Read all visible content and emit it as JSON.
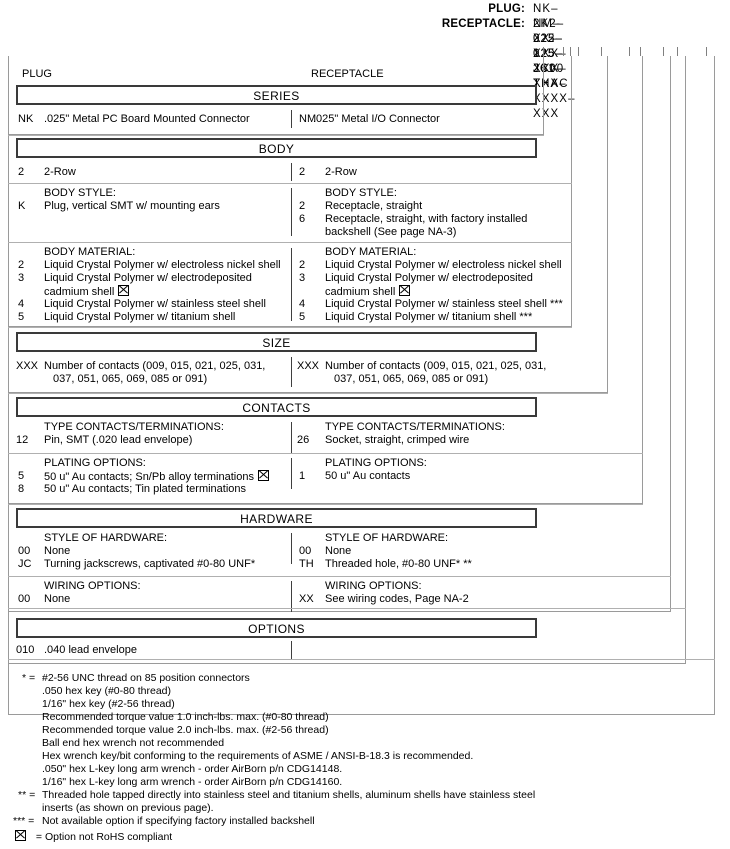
{
  "part_number": {
    "rows": [
      {
        "label": "PLUG:",
        "value": "NK–2K2–025–125–JC00"
      },
      {
        "label": "RECEPTACLE:",
        "value": "NM–222–025–261–THAC"
      },
      {
        "label": "",
        "value": "XX–XXX–XXX–XXX–XXXX–XXX"
      }
    ]
  },
  "columns": {
    "left": "PLUG",
    "right": "RECEPTACLE"
  },
  "sections": [
    {
      "title": "SERIES",
      "blocks": [
        {
          "left": {
            "header": "",
            "rows": [
              {
                "code": "NK",
                "desc": ".025\" Metal PC Board Mounted Connector"
              }
            ]
          },
          "right": {
            "header": "",
            "rows": [
              {
                "code": "NM",
                "desc": ".025\" Metal I/O Connector"
              }
            ]
          }
        }
      ]
    },
    {
      "title": "BODY",
      "blocks": [
        {
          "left": {
            "header": "",
            "rows": [
              {
                "code": "2",
                "desc": "2-Row"
              }
            ]
          },
          "right": {
            "header": "",
            "rows": [
              {
                "code": "2",
                "desc": "2-Row"
              }
            ]
          }
        },
        {
          "left": {
            "header": "BODY STYLE:",
            "rows": [
              {
                "code": "K",
                "desc": "Plug, vertical SMT w/ mounting ears"
              }
            ]
          },
          "right": {
            "header": "BODY STYLE:",
            "rows": [
              {
                "code": "2",
                "desc": "Receptacle, straight"
              },
              {
                "code": "6",
                "desc": "Receptacle, straight, with factory installed"
              },
              {
                "code": "",
                "desc": "backshell (See page NA-3)"
              }
            ]
          }
        },
        {
          "left": {
            "header": "BODY MATERIAL:",
            "rows": [
              {
                "code": "2",
                "desc": "Liquid Crystal Polymer w/ electroless nickel shell"
              },
              {
                "code": "3",
                "desc": "Liquid Crystal Polymer w/ electrodeposited"
              },
              {
                "code": "",
                "desc": "cadmium shell",
                "rohs": true
              },
              {
                "code": "4",
                "desc": "Liquid Crystal Polymer w/ stainless steel shell"
              },
              {
                "code": "5",
                "desc": "Liquid Crystal Polymer w/ titanium shell"
              }
            ]
          },
          "right": {
            "header": "BODY MATERIAL:",
            "rows": [
              {
                "code": "2",
                "desc": "Liquid Crystal Polymer w/ electroless nickel shell"
              },
              {
                "code": "3",
                "desc": "Liquid Crystal Polymer w/ electrodeposited"
              },
              {
                "code": "",
                "desc": "cadmium shell",
                "rohs": true
              },
              {
                "code": "4",
                "desc": "Liquid Crystal Polymer w/ stainless steel shell ***"
              },
              {
                "code": "5",
                "desc": "Liquid Crystal Polymer w/ titanium shell ***"
              }
            ]
          }
        }
      ]
    },
    {
      "title": "SIZE",
      "blocks": [
        {
          "left": {
            "header": "",
            "rows": [
              {
                "code": "XXX",
                "desc": "Number of contacts (009, 015, 021, 025, 031,"
              },
              {
                "code": "",
                "desc": "037, 051, 065, 069, 085 or 091)",
                "indent": true
              }
            ]
          },
          "right": {
            "header": "",
            "rows": [
              {
                "code": "XXX",
                "desc": "Number of contacts (009, 015, 021, 025, 031,"
              },
              {
                "code": "",
                "desc": "037, 051, 065, 069,  085 or 091)",
                "indent": true
              }
            ]
          }
        }
      ]
    },
    {
      "title": "CONTACTS",
      "blocks": [
        {
          "left": {
            "header": "TYPE CONTACTS/TERMINATIONS:",
            "rows": [
              {
                "code": "12",
                "desc": "Pin, SMT (.020 lead envelope)"
              }
            ]
          },
          "right": {
            "header": "TYPE CONTACTS/TERMINATIONS:",
            "rows": [
              {
                "code": "26",
                "desc": "Socket, straight, crimped wire"
              }
            ]
          }
        },
        {
          "left": {
            "header": "PLATING OPTIONS:",
            "rows": [
              {
                "code": "5",
                "desc": "50 u\" Au contacts; Sn/Pb alloy terminations",
                "rohs": true
              },
              {
                "code": "8",
                "desc": "50 u\" Au contacts; Tin plated terminations"
              }
            ]
          },
          "right": {
            "header": "PLATING OPTIONS:",
            "rows": [
              {
                "code": "1",
                "desc": "50 u\" Au contacts"
              }
            ]
          }
        }
      ]
    },
    {
      "title": "HARDWARE",
      "blocks": [
        {
          "left": {
            "header": "STYLE OF HARDWARE:",
            "rows": [
              {
                "code": "00",
                "desc": "None"
              },
              {
                "code": "JC",
                "desc": "Turning jackscrews, captivated #0-80 UNF*"
              }
            ]
          },
          "right": {
            "header": "STYLE OF HARDWARE:",
            "rows": [
              {
                "code": "00",
                "desc": "None"
              },
              {
                "code": "TH",
                "desc": "Threaded hole, #0-80 UNF*  **"
              }
            ]
          }
        },
        {
          "left": {
            "header": "WIRING OPTIONS:",
            "rows": [
              {
                "code": "00",
                "desc": "None"
              }
            ]
          },
          "right": {
            "header": "WIRING OPTIONS:",
            "rows": [
              {
                "code": "XX",
                "desc": "See wiring codes, Page NA-2"
              }
            ]
          }
        }
      ]
    },
    {
      "title": "OPTIONS",
      "blocks": [
        {
          "left": {
            "header": "",
            "rows": [
              {
                "code": "010",
                "desc": ".040 lead envelope"
              }
            ]
          },
          "right": {
            "header": "",
            "rows": []
          }
        }
      ]
    }
  ],
  "footnotes": [
    {
      "marker": "* =",
      "text": "#2-56 UNC thread on 85 position connectors"
    },
    {
      "marker": "",
      "text": ".050 hex key (#0-80 thread)"
    },
    {
      "marker": "",
      "text": "1/16\" hex key (#2-56 thread)"
    },
    {
      "marker": "",
      "text": "Recommended torque value 1.0 inch-lbs. max. (#0-80 thread)"
    },
    {
      "marker": "",
      "text": "Recommended torque value 2.0 inch-lbs. max. (#2-56 thread)"
    },
    {
      "marker": "",
      "text": "Ball end hex wrench not recommended"
    },
    {
      "marker": "",
      "text": "Hex wrench key/bit conforming to the requirements of ASME / ANSI-B-18.3 is recommended."
    },
    {
      "marker": "",
      "text": ".050\" hex L-key long arm wrench - order AirBorn p/n CDG14148."
    },
    {
      "marker": "",
      "text": "1/16\" hex L-key long arm wrench - order AirBorn p/n CDG14160."
    },
    {
      "marker": "** =",
      "text": "Threaded hole tapped directly into stainless steel and titanium shells, aluminum shells have stainless steel"
    },
    {
      "marker": "",
      "text": "inserts (as shown on previous page)."
    },
    {
      "marker": "*** =",
      "text": "Not available option if specifying factory installed backshell"
    },
    {
      "marker": "rohs",
      "text": "= Option not RoHS compliant"
    }
  ],
  "tick_positions": [
    543,
    563,
    570,
    578,
    601,
    629,
    640,
    663,
    677,
    706
  ],
  "colors": {
    "ink": "#000000",
    "rule": "#b0b0b0",
    "titlebar": "#3a3a3a",
    "leader": "#9a9a9a"
  }
}
